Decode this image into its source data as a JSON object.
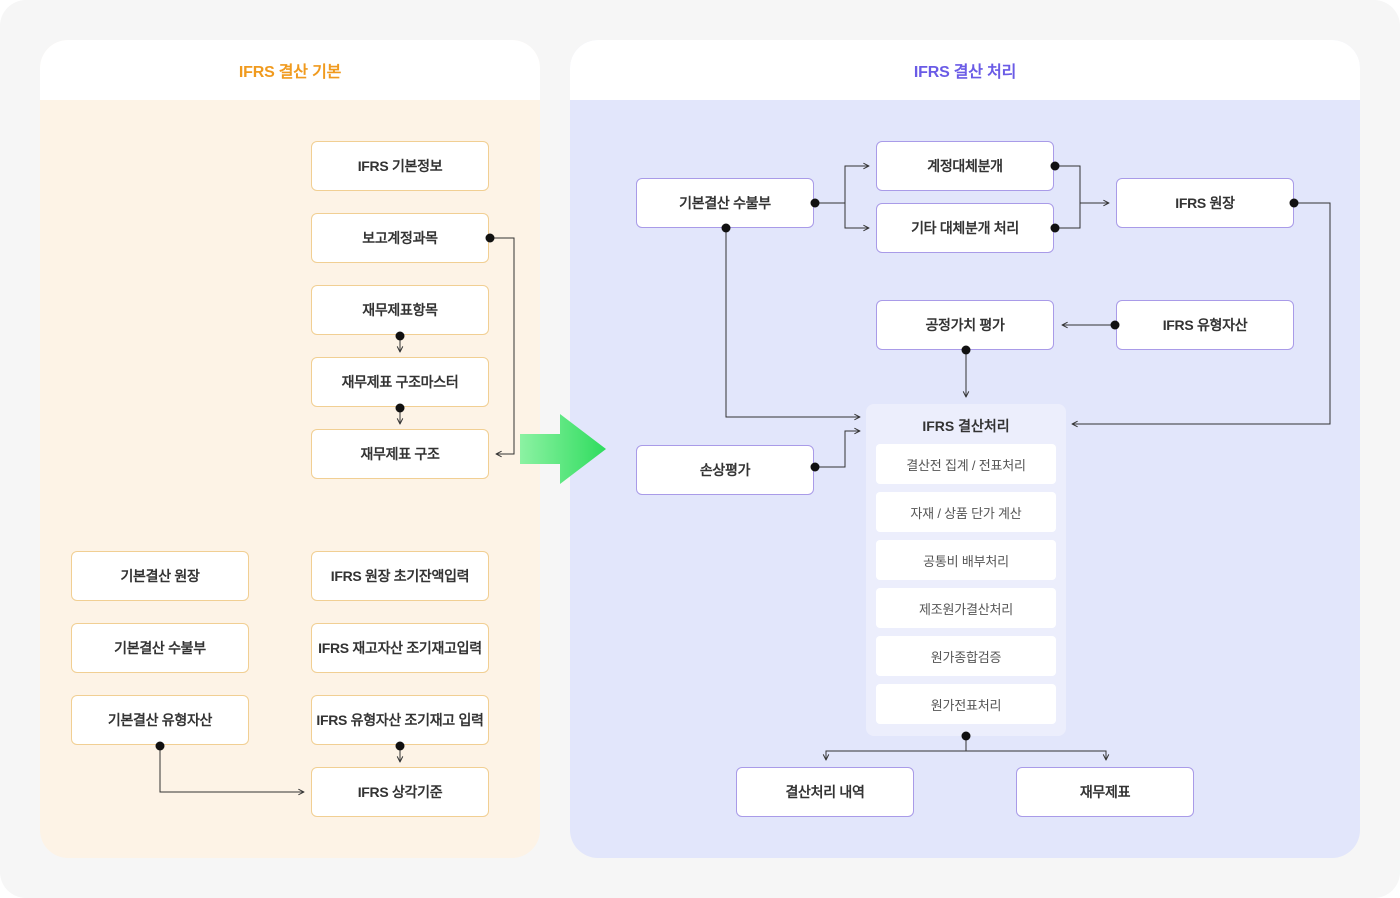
{
  "left_panel": {
    "title": "IFRS 결산 기본",
    "nodes": {
      "ifrs_basic_info": "IFRS 기본정보",
      "report_accounts": "보고계정과목",
      "fs_items": "재무제표항목",
      "fs_structure_master": "재무제표 구조마스터",
      "fs_structure": "재무제표 구조",
      "basic_ledger": "기본결산 원장",
      "basic_inout": "기본결산 수불부",
      "basic_tangible": "기본결산 유형자산",
      "ifrs_ledger_init": "IFRS 원장 초기잔액입력",
      "ifrs_inventory_init": "IFRS 재고자산 조기재고입력",
      "ifrs_tangible_init": "IFRS 유형자산 조기재고 입력",
      "ifrs_depreciation": "IFRS 상각기준"
    }
  },
  "right_panel": {
    "title": "IFRS 결산 처리",
    "nodes": {
      "basic_inout": "기본결산 수불부",
      "account_alt": "계정대체분개",
      "other_alt": "기타 대체분개 처리",
      "ifrs_ledger": "IFRS 원장",
      "fair_value": "공정가치 평가",
      "ifrs_tangible": "IFRS 유형자산",
      "impairment": "손상평가",
      "closing_history": "결산처리 내역",
      "financial_statements": "재무제표"
    },
    "closing_group": {
      "title": "IFRS 결산처리",
      "items": [
        "결산전 집계 / 전표처리",
        "자재 / 상품 단가 계산",
        "공통비 배부처리",
        "제조원가결산처리",
        "원가종합검증",
        "원가전표처리"
      ]
    }
  },
  "colors": {
    "left_accent": "#f09a1e",
    "right_accent": "#6a5be6",
    "left_background": "#fdf3e6",
    "right_background": "#e2e6fb",
    "arrow_green": "#3ee06a"
  }
}
